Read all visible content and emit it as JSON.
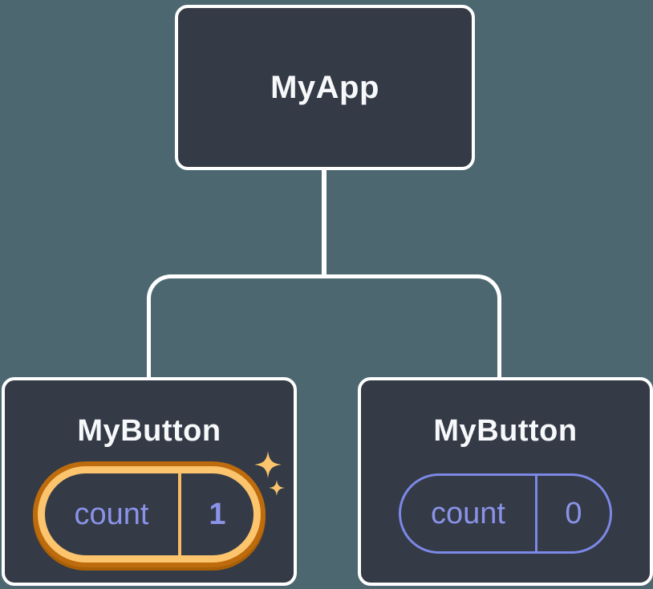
{
  "tree": {
    "root": {
      "label": "MyApp"
    },
    "children": [
      {
        "label": "MyButton",
        "state_key": "count",
        "state_value": "1",
        "highlighted": true
      },
      {
        "label": "MyButton",
        "state_key": "count",
        "state_value": "0",
        "highlighted": false
      }
    ]
  },
  "colors": {
    "background": "#4c6770",
    "node_fill": "#343a46",
    "node_border": "#ffffff",
    "connector": "#ffffff",
    "state_text": "#8a93e8",
    "state_pill_border": "#7c88e6",
    "highlight_ring_outer": "#bd6b0d",
    "highlight_ring_inner": "#fbc46d",
    "highlight_divider": "#f8bb60",
    "sparkle": "#fbc46d"
  },
  "icons": {
    "sparkles": "two four-pointed stars marking updated state"
  }
}
